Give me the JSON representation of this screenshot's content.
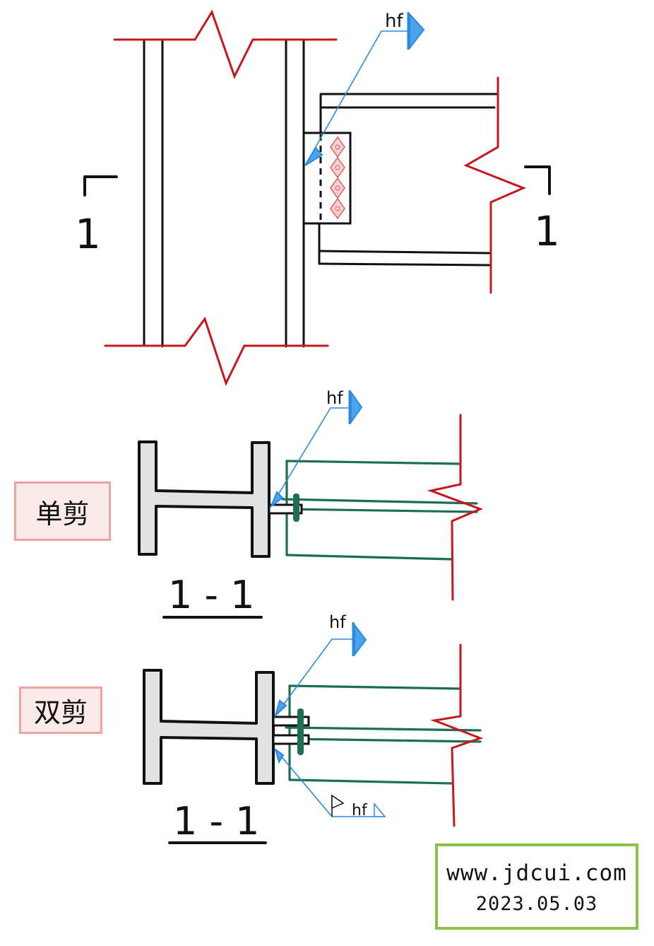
{
  "weld_symbol_text": "hf",
  "section_labels": {
    "upper_left": "1",
    "upper_right": "1",
    "section_single": "1 - 1",
    "section_double": "1 - 1"
  },
  "boxes": {
    "single_shear": "单剪",
    "double_shear": "双剪"
  },
  "stamp": {
    "url": "www.jdcui.com",
    "date": "2023.05.03"
  },
  "colors": {
    "steel_outline": "#111111",
    "break_line": "#c8161d",
    "weld_leader": "#2a8ae0",
    "beam_section": "#1d6f52",
    "bolt_marker": "#e05a5a",
    "label_box_border": "#f2a0a0",
    "stamp_border": "#8bc34a"
  }
}
